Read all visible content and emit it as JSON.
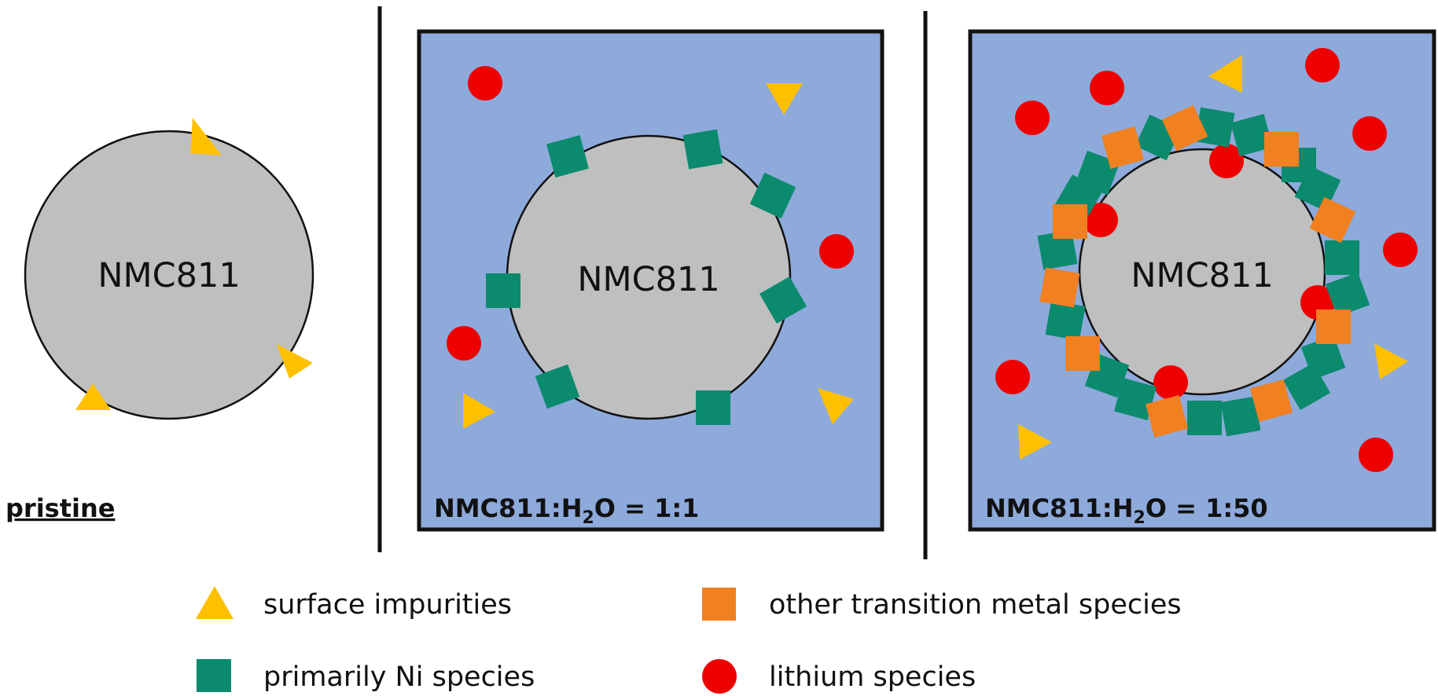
{
  "colors": {
    "particle": "#bfbfbf",
    "solution": "#8eaadb",
    "impurity": "#ffc000",
    "ni": "#0b8a6e",
    "tm": "#f08020",
    "li": "#ee0000",
    "outline": "#111111"
  },
  "panels": {
    "pristine": {
      "particle_label": "NMC811",
      "caption": "pristine"
    },
    "ratio_1_1": {
      "particle_label": "NMC811",
      "caption_main": "NMC811:H",
      "caption_sub": "2",
      "caption_tail": "O = 1:1"
    },
    "ratio_1_50": {
      "particle_label": "NMC811",
      "caption_main": "NMC811:H",
      "caption_sub": "2",
      "caption_tail": "O = 1:50"
    }
  },
  "legend": {
    "surface_impurities": "surface impurities",
    "ni_species": "primarily Ni species",
    "tm_species": "other transition metal species",
    "li_species": "lithium species"
  }
}
